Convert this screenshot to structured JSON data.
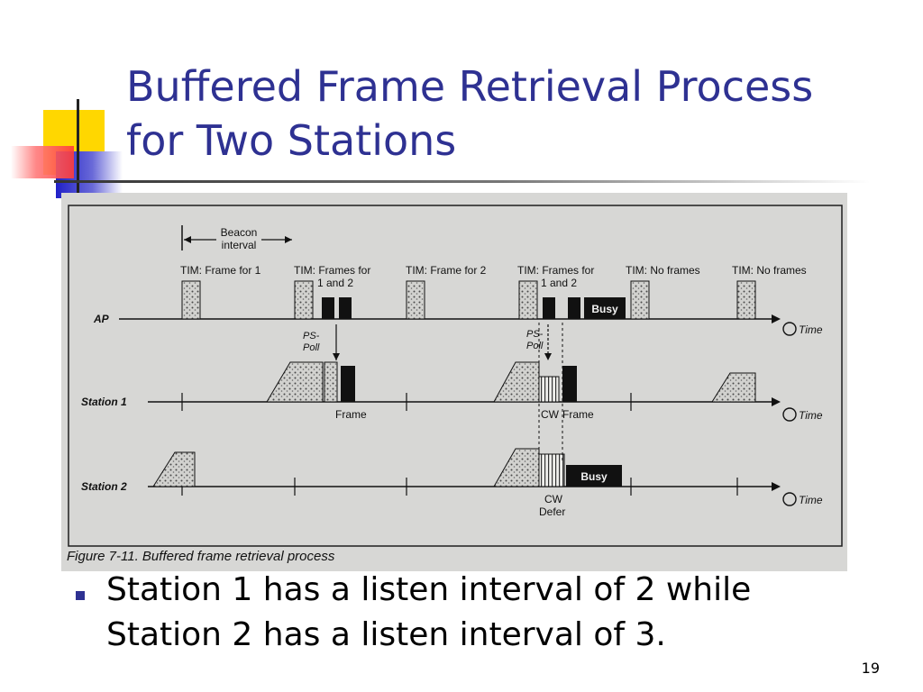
{
  "slide": {
    "title_line1": "Buffered Frame Retrieval Process",
    "title_line2": "for Two Stations",
    "bullet": "Station 1 has a listen interval of 2 while Station 2 has a listen interval of 3.",
    "page_number": "19"
  },
  "colors": {
    "title": "#2e3192",
    "bullet": "#2e3192",
    "deco_yellow": "#ffd700",
    "deco_red": "#ff3a3a",
    "deco_blue": "#2020c8"
  },
  "figure": {
    "caption": "Figure 7-11. Buffered frame retrieval process",
    "beacon_interval": "Beacon interval",
    "beacon_interval_line1": "Beacon",
    "beacon_interval_line2": "interval",
    "time_label": "Time",
    "rows": {
      "ap": "AP",
      "station1": "Station 1",
      "station2": "Station 2"
    },
    "tim_labels": [
      {
        "line1": "TIM: Frame for 1",
        "line2": ""
      },
      {
        "line1": "TIM: Frames for",
        "line2": "1 and 2"
      },
      {
        "line1": "TIM: Frame for 2",
        "line2": ""
      },
      {
        "line1": "TIM: Frames for",
        "line2": "1 and 2"
      },
      {
        "line1": "TIM: No frames",
        "line2": ""
      },
      {
        "line1": "TIM: No frames",
        "line2": ""
      }
    ],
    "ps_poll": "PS-Poll",
    "ps_poll_line1": "PS-",
    "ps_poll_line2": "Poll",
    "busy": "Busy",
    "frame": "Frame",
    "cw": "CW",
    "defer": "Defer"
  }
}
